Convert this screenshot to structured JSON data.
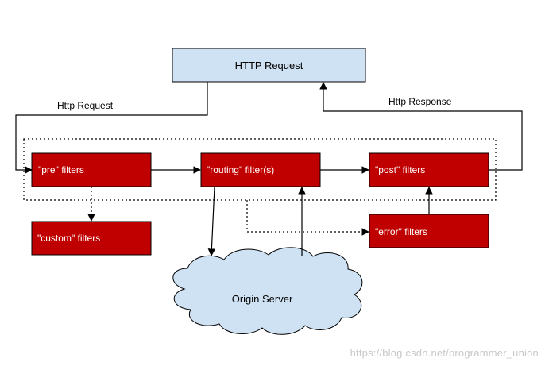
{
  "nodes": {
    "http_request": "HTTP Request",
    "pre": "\"pre\" filters",
    "routing": "\"routing\" filter(s)",
    "post": "\"post\" filters",
    "custom": "\"custom\" filters",
    "error": "\"error\" filters",
    "origin": "Origin Server"
  },
  "edge_labels": {
    "request": "Http Request",
    "response": "Http Response"
  },
  "watermark": "https://blog.csdn.net/programmer_union",
  "colors": {
    "request_box": "#cfe2f3",
    "filter_box": "#c00000",
    "cloud": "#cfe2f3",
    "stroke": "#000000"
  }
}
